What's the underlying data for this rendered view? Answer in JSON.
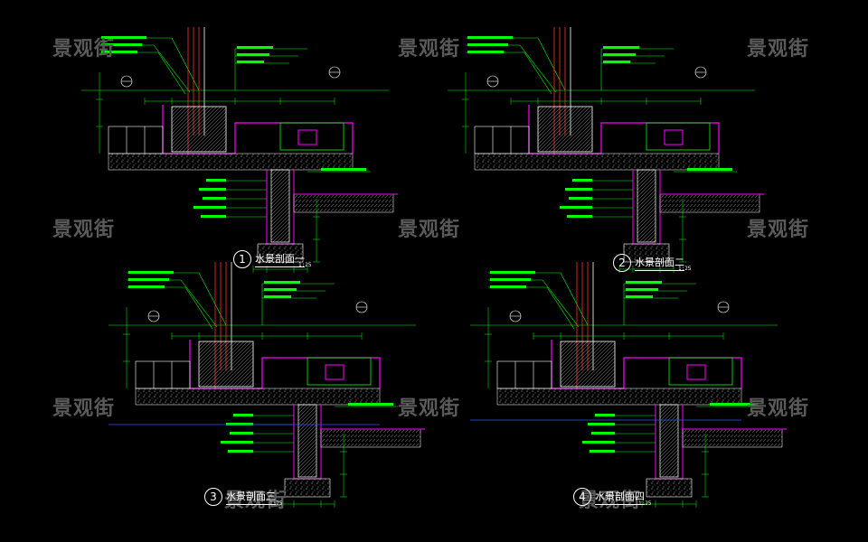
{
  "watermark": "景观街",
  "sections": [
    {
      "num": "1",
      "title": "水景剖面一",
      "scale": "1:25"
    },
    {
      "num": "2",
      "title": "水景剖面二",
      "scale": "1:25"
    },
    {
      "num": "3",
      "title": "水景剖面三",
      "scale": "1:25"
    },
    {
      "num": "4",
      "title": "水景剖面四",
      "scale": "1:25"
    }
  ],
  "colors": {
    "background": "#000000",
    "green": "#00ff00",
    "magenta": "#ff00ff",
    "white": "#ffffff",
    "gray": "#8a8a8a",
    "red": "#ff3030",
    "blue": "#3050ff",
    "watermark": "#5a5a5a"
  }
}
